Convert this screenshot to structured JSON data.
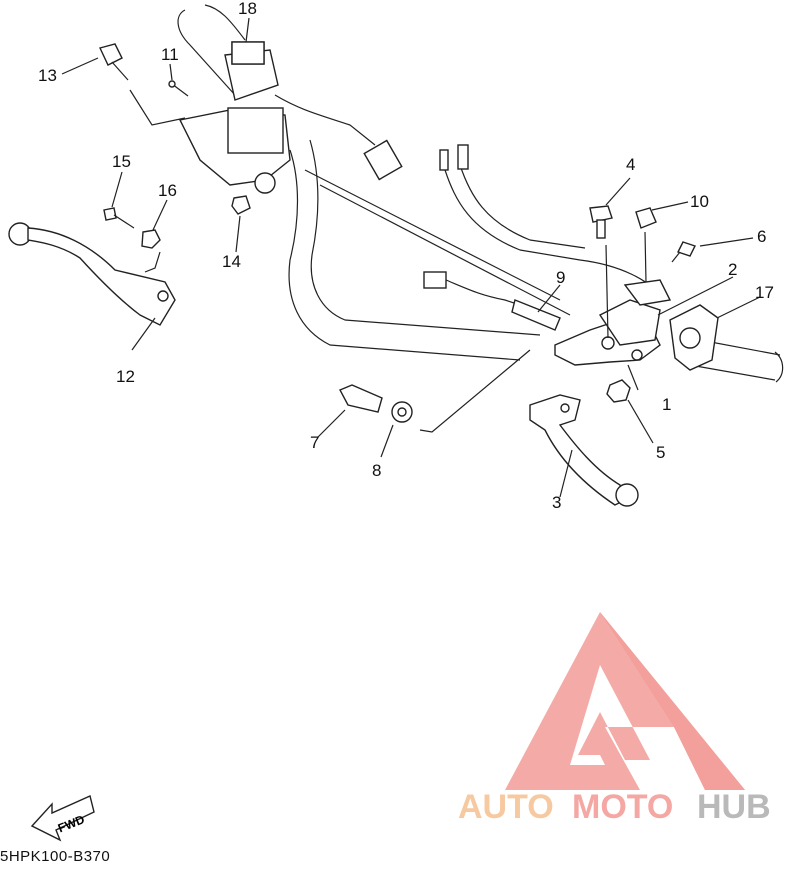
{
  "diagram": {
    "callouts": [
      {
        "id": "1",
        "label": "1"
      },
      {
        "id": "2",
        "label": "2"
      },
      {
        "id": "3",
        "label": "3"
      },
      {
        "id": "4",
        "label": "4"
      },
      {
        "id": "5",
        "label": "5"
      },
      {
        "id": "6",
        "label": "6"
      },
      {
        "id": "7",
        "label": "7"
      },
      {
        "id": "8",
        "label": "8"
      },
      {
        "id": "9",
        "label": "9"
      },
      {
        "id": "10",
        "label": "10"
      },
      {
        "id": "11",
        "label": "11"
      },
      {
        "id": "12",
        "label": "12"
      },
      {
        "id": "13",
        "label": "13"
      },
      {
        "id": "14",
        "label": "14"
      },
      {
        "id": "15",
        "label": "15"
      },
      {
        "id": "16",
        "label": "16"
      },
      {
        "id": "17",
        "label": "17"
      },
      {
        "id": "18",
        "label": "18"
      }
    ],
    "fwd_label": "FWD",
    "diagram_code": "5HPK100-B370"
  },
  "watermark": {
    "part1": "AUTO",
    "part2": "MOTO",
    "part3": "HUB",
    "colors": {
      "auto": "#f7c9a0",
      "moto": "#f4a7a3",
      "hub": "#b9b9b9"
    }
  }
}
